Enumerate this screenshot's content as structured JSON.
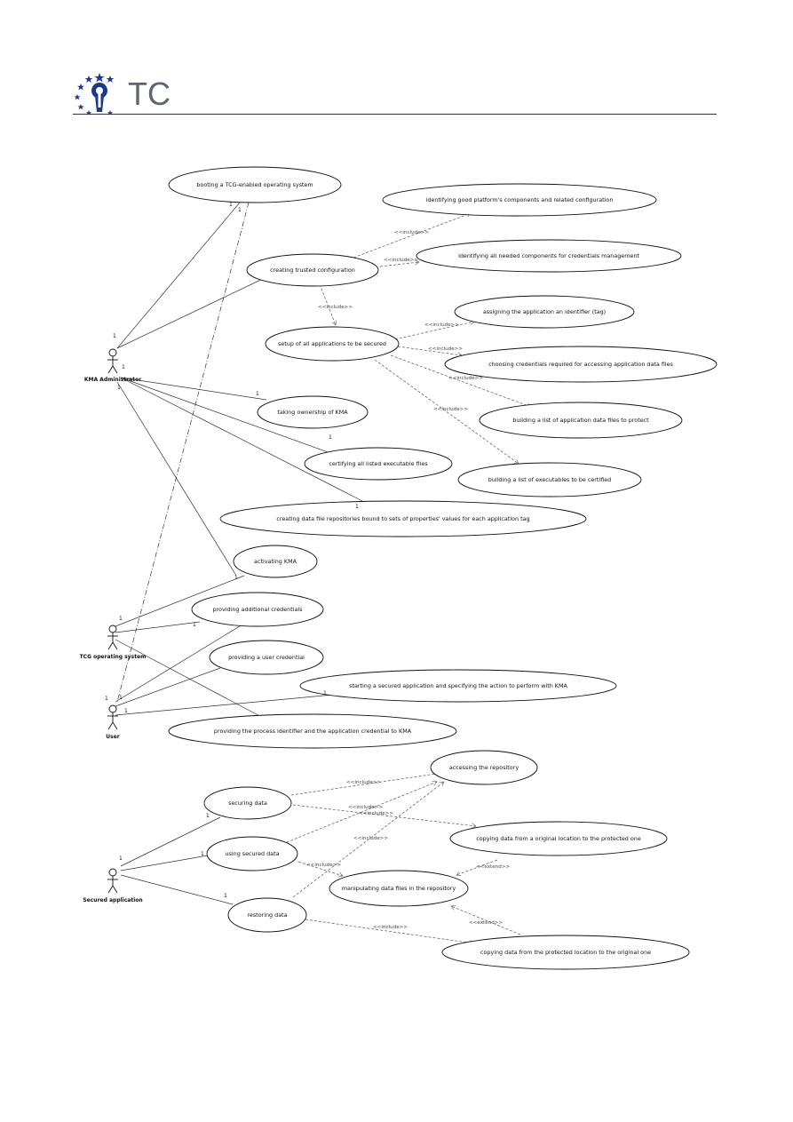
{
  "header": {
    "logo_text": "TC",
    "logo_icon": "keyhole-stars-logo",
    "colors": {
      "star": "#1c3a8c",
      "keyhole": "#1c3a8c",
      "text": "#5a6672"
    }
  },
  "actors": {
    "kma_admin": "KMA Administrator",
    "tcg_os": "TCG operating system",
    "user": "User",
    "secured_app": "Secured application"
  },
  "use_cases": {
    "booting": "booting a TCG-enabled operating system",
    "identifying_good": "identifying good platform's components and related configuration",
    "creating_trusted": "creating trusted configuration",
    "identifying_needed": "identifying all needed components for credentials management",
    "assigning_id": "assigning the application an identifier (tag)",
    "setup_apps": "setup of all applications to be secured",
    "choosing_creds": "choosing credentials required for accessing application data files",
    "taking_ownership": "taking ownership of KMA",
    "building_list_data": "building a list of application data files to protect",
    "certifying": "certifying all listed executable files",
    "building_list_exec": "building a list of executables to be certified",
    "creating_repos": "creating data file repositories bound to sets of properties' values for each application tag",
    "activating": "activating KMA",
    "providing_additional": "providing additional credentials",
    "providing_user": "providing a user credential",
    "starting_app": "starting a secured application and specifying the action to perform with KMA",
    "providing_process": "providing the process identifier and the application credential to KMA",
    "accessing_repo": "accessing the repository",
    "securing": "securing data",
    "copying_to": "copying data from a original location to the protected one",
    "using_secured": "using secured data",
    "manipulating": "manipulating data files in the repository",
    "restoring": "restoring data",
    "copying_from": "copying data from the protected location to the original one"
  },
  "relations": {
    "include": "<<include>>",
    "extend": "<<extend>>"
  },
  "multiplicity": {
    "one": "1"
  }
}
